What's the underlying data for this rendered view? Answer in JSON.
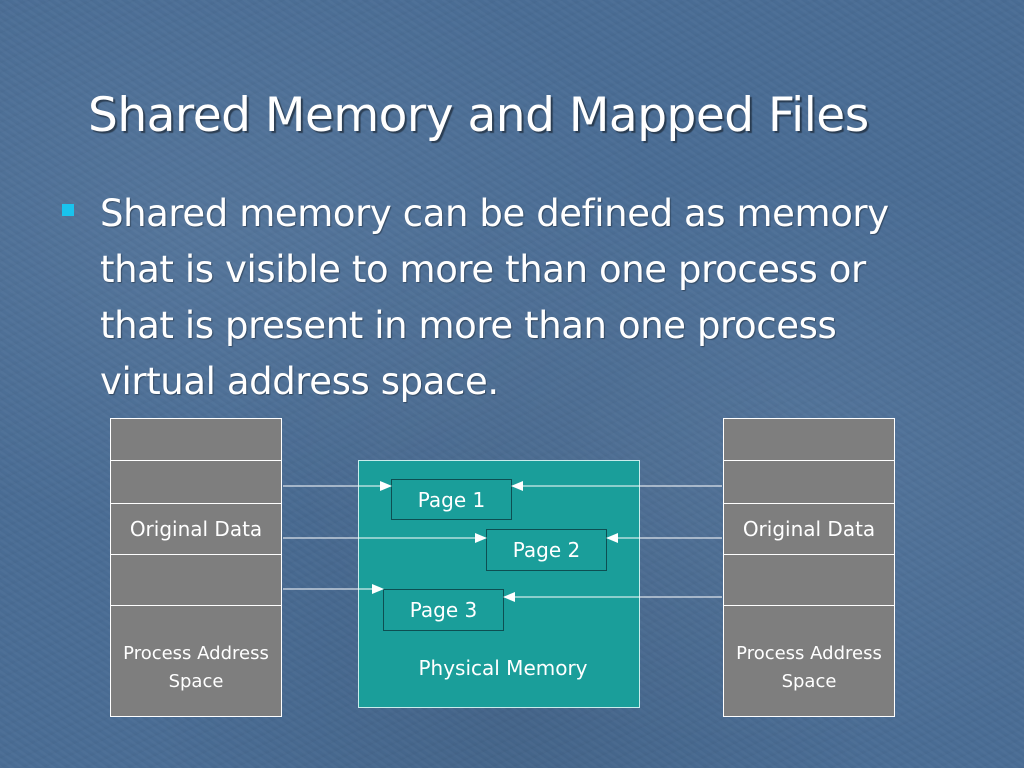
{
  "slide": {
    "title": "Shared Memory and Mapped Files",
    "bullets": [
      {
        "text": "Shared memory can be defined as memory that is visible to more than one process or that is present in more than one process virtual address space."
      }
    ]
  },
  "diagram": {
    "left_process": {
      "data_label": "Original Data",
      "space_label": "Process  Address Space"
    },
    "right_process": {
      "data_label": "Original Data",
      "space_label": "Process  Address Space"
    },
    "physical_memory": {
      "label": "Physical Memory",
      "pages": [
        "Page 1",
        "Page 2",
        "Page 3"
      ]
    }
  },
  "colors": {
    "background": "#4a6d95",
    "bullet": "#19c3ee",
    "process_cell": "#7e7e7e",
    "physical_memory": "#1a9e9a",
    "page_border": "#0d4f52"
  }
}
